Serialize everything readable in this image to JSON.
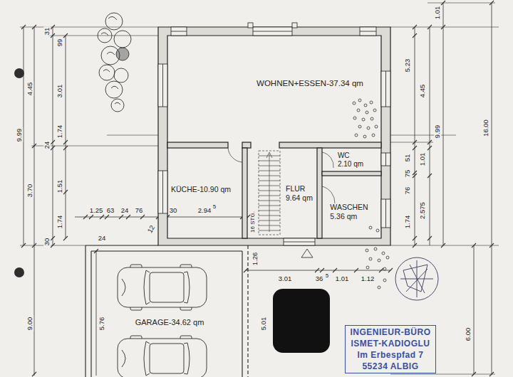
{
  "diagram": {
    "nodes": [
      {
        "text": [
          "WOHNEN+ESSEN-37.34 qm"
        ]
      },
      {
        "text": [
          "KÜCHE-10.90 qm"
        ]
      },
      {
        "text": [
          "FLUR",
          "9.64 qm"
        ]
      },
      {
        "text": [
          "WC",
          "2.10 qm"
        ]
      },
      {
        "text": [
          "WASCHEN",
          "5.36 qm"
        ]
      },
      {
        "text": [
          "GARAGE-34.62 qm"
        ]
      },
      {
        "text": [
          "INGENIEUR-BÜRO",
          "ISMET-KADIOGLU",
          "Im Erbespfad 7",
          "55234 ALBIG"
        ]
      }
    ],
    "labels": [
      "31",
      "99",
      "4.45",
      "3.01",
      "9.99",
      "1.74",
      "24",
      "3.70",
      "1.51",
      "1.74",
      "30",
      "9.00",
      "5.76",
      "24",
      "1.25",
      "63",
      "24",
      "76",
      "30",
      "2.94",
      "5",
      "12",
      "16 STG.",
      "1.26",
      "3.01",
      "36",
      "5",
      "1.01",
      "1.12",
      "5.01",
      "1.01",
      "5.23",
      "4.45",
      "9.99",
      "16.00",
      "51",
      "1.01",
      "75",
      "76",
      "2.575",
      "1.74",
      "6.00"
    ]
  }
}
